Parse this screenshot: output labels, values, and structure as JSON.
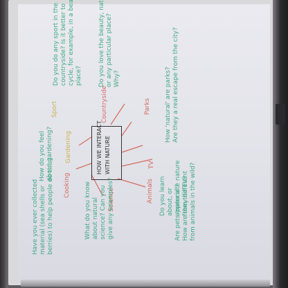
{
  "center": "HOW WE INTERACT\nWITH NATURE",
  "branches": {
    "sport": "Sport",
    "countryside": "Countryside",
    "parks": "Parks",
    "tv": "TV",
    "animals": "Animals",
    "science": "Science",
    "cooking": "Cooking",
    "gardening": "Gardening"
  },
  "questions": {
    "sport": "Do you do any sport in the\ncountryside? Is it better to\ncycle, for example, in a beautiful\nplace?",
    "countryside": "Do you love the beauty, nature\nor any particular place?\nWhy?",
    "parks": "How 'natural' are parks?\nAre they a real escape from the city?",
    "tv": "Do you learn\nabout, or\nappreciate nature\nfrom the TV?",
    "animals": "Are pets 'natural'?\nHow are they different\nfrom animals in the wild?",
    "science": "What do you know\nabout natural\nscience? Can you\ngive any examples?",
    "cooking": "Have you ever collected\nmaterial (sea shells or\nberries) to help people do this?",
    "gardening": "How do you feel\nabout gardening?"
  }
}
